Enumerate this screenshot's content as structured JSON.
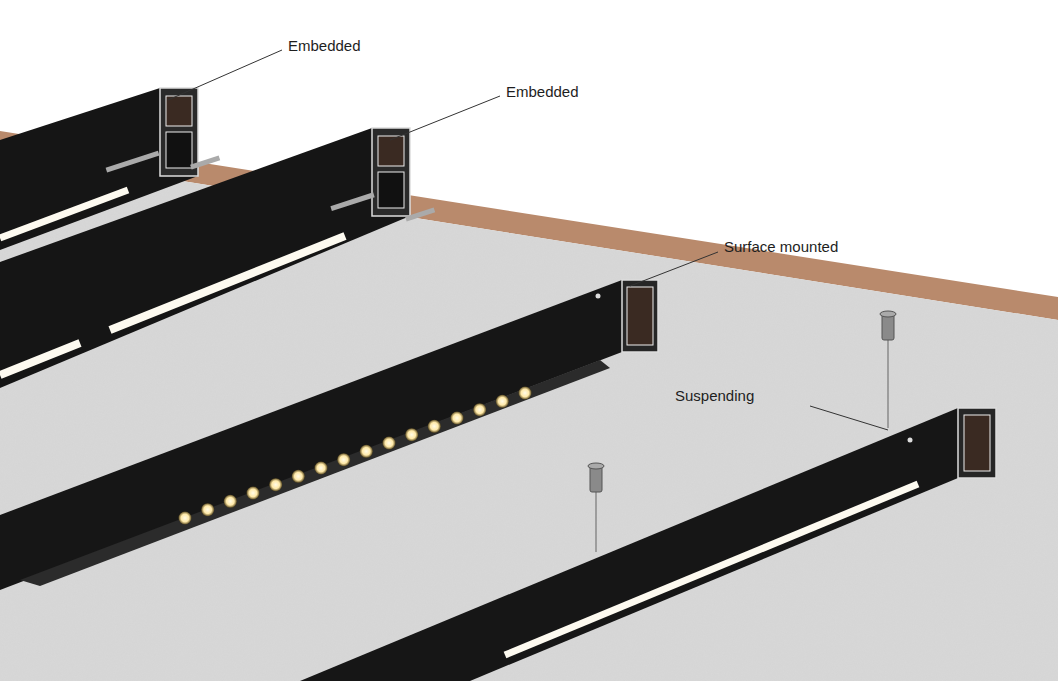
{
  "diagram": {
    "labels": [
      "Embedded",
      "Embedded",
      "Surface mounted",
      "Suspending"
    ]
  }
}
